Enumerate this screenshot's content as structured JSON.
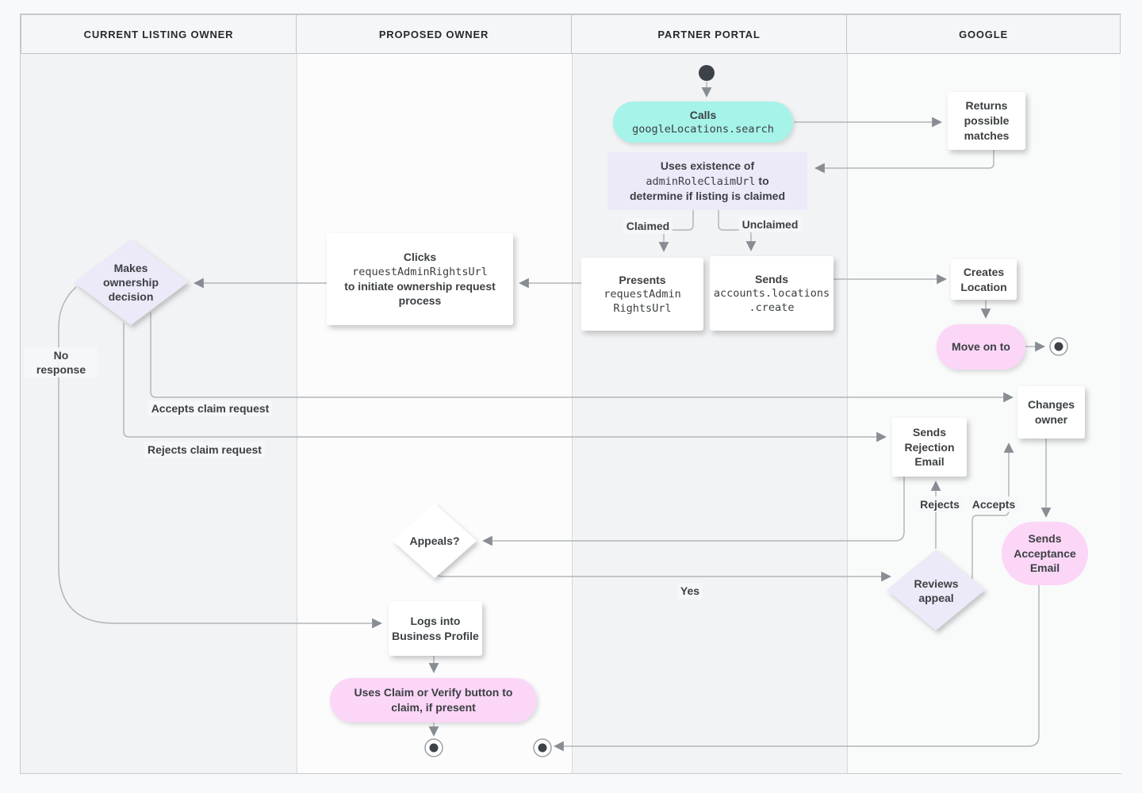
{
  "lanes": [
    {
      "label": "CURRENT LISTING OWNER"
    },
    {
      "label": "PROPOSED OWNER"
    },
    {
      "label": "PARTNER PORTAL"
    },
    {
      "label": "GOOGLE"
    }
  ],
  "nodes": {
    "calls": {
      "title": "Calls",
      "code": "googleLocations.search"
    },
    "returns_matches": {
      "text": "Returns possible matches"
    },
    "uses_existence": {
      "line1": "Uses existence of",
      "code": "adminRoleClaimUrl",
      "line2_rest": "to",
      "line3": "determine if listing is claimed"
    },
    "presents": {
      "title": "Presents",
      "code1": "requestAdmin",
      "code2": "RightsUrl"
    },
    "sends_create": {
      "title": "Sends",
      "code1": "accounts.locations",
      "code2": ".create"
    },
    "clicks": {
      "title": "Clicks",
      "code": "requestAdminRightsUrl",
      "rest": "to initiate ownership request process"
    },
    "makes_decision": {
      "text": "Makes ownership decision"
    },
    "creates_location": {
      "text": "Creates Location"
    },
    "move_on": {
      "text": "Move on to"
    },
    "changes_owner": {
      "text": "Changes owner"
    },
    "sends_rejection": {
      "text": "Sends Rejection Email"
    },
    "appeals": {
      "text": "Appeals?"
    },
    "reviews_appeal": {
      "text": "Reviews appeal"
    },
    "sends_acceptance": {
      "text": "Sends Acceptance Email"
    },
    "logs_in": {
      "text": "Logs into Business Profile"
    },
    "uses_claim": {
      "text": "Uses Claim or Verify button to claim, if present"
    }
  },
  "edge_labels": {
    "claimed": "Claimed",
    "unclaimed": "Unclaimed",
    "no_response": "No response",
    "accepts_claim": "Accepts claim request",
    "rejects_claim": "Rejects claim request",
    "rejects": "Rejects",
    "accepts": "Accepts",
    "yes": "Yes"
  },
  "colors": {
    "teal": "#a6f3e9",
    "lavender": "#ece9f8",
    "pink": "#fbd6f7",
    "node_dark": "#3c4043",
    "line": "#b2b6ba",
    "background": "#f8f9fa"
  }
}
